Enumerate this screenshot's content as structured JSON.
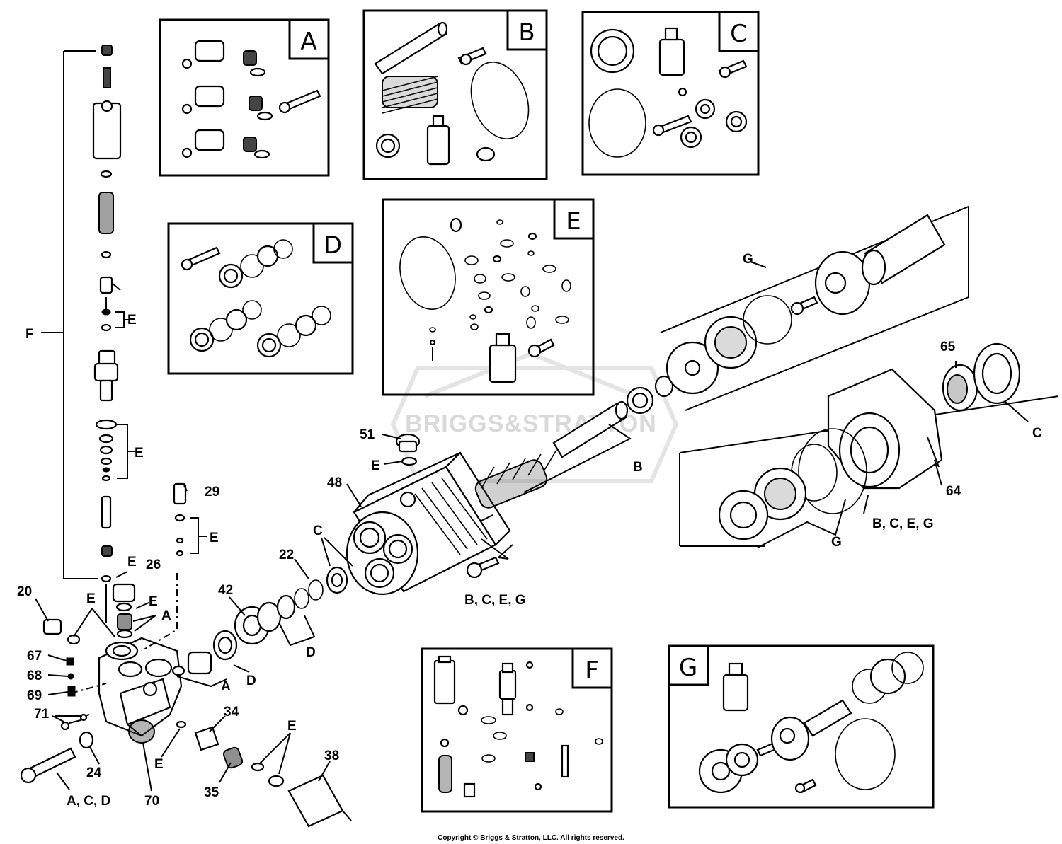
{
  "kits": {
    "A": "A",
    "B": "B",
    "C": "C",
    "D": "D",
    "E": "E",
    "F": "F",
    "G": "G"
  },
  "callouts": {
    "f_left": "F",
    "g_top": "G",
    "g_lower": "G",
    "b_rod": "B",
    "c_seal": "C",
    "n65": "65",
    "n64": "64",
    "bceg_right": "B,  C,  E,  G",
    "bceg_bolt": "B,  C,  E,  G",
    "n51": "51",
    "e51": "E",
    "n48": "48",
    "c_bearing": "C",
    "n22": "22",
    "n42": "42",
    "d_lower": "D",
    "d_packing": "D",
    "a_valve": "A",
    "n29": "29",
    "e29": "E",
    "e_f1": "E",
    "e_f2": "E",
    "e_f3": "E",
    "n26": "26",
    "e26": "E",
    "a26": "A",
    "n20": "20",
    "e20": "E",
    "n67": "67",
    "n68": "68",
    "n69": "69",
    "n71": "71",
    "n24": "24",
    "n70": "70",
    "acd": "A,  C,  D",
    "e_manifold": "E",
    "n34": "34",
    "n35": "35",
    "e35": "E",
    "n38": "38"
  },
  "watermark": "BRIGGS&STRATTON",
  "copyright": "Copyright © Briggs & Stratton, LLC. All rights reserved."
}
